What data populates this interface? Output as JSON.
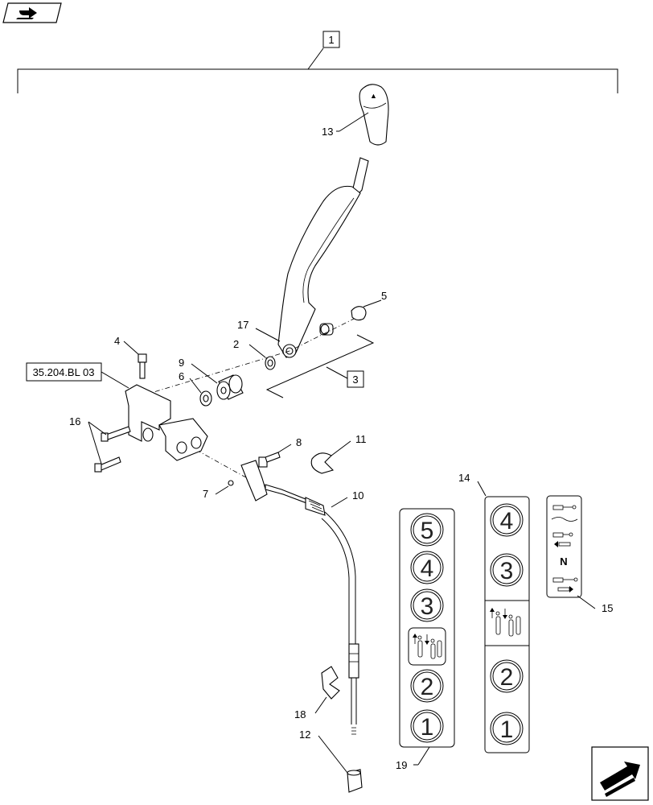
{
  "labels": {
    "l1": "1",
    "l3": "3",
    "l2": "2",
    "l4": "4",
    "l5": "5",
    "l6": "6",
    "l7": "7",
    "l8": "8",
    "l9": "9",
    "l10": "10",
    "l11": "11",
    "l12": "12",
    "l13": "13",
    "l14": "14",
    "l15": "15",
    "l16": "16",
    "l17": "17",
    "l18": "18",
    "l19": "19"
  },
  "reference": "35.204.BL 03",
  "decal19": {
    "d5": "5",
    "d4": "4",
    "d3": "3",
    "d2": "2",
    "d1": "1"
  },
  "decal14": {
    "d4": "4",
    "d3": "3",
    "d2": "2",
    "d1": "1"
  },
  "decal15": {
    "n": "N"
  },
  "icons": {
    "top_left": "book-arrow-icon",
    "bottom_right": "next-page-arrow-icon"
  }
}
